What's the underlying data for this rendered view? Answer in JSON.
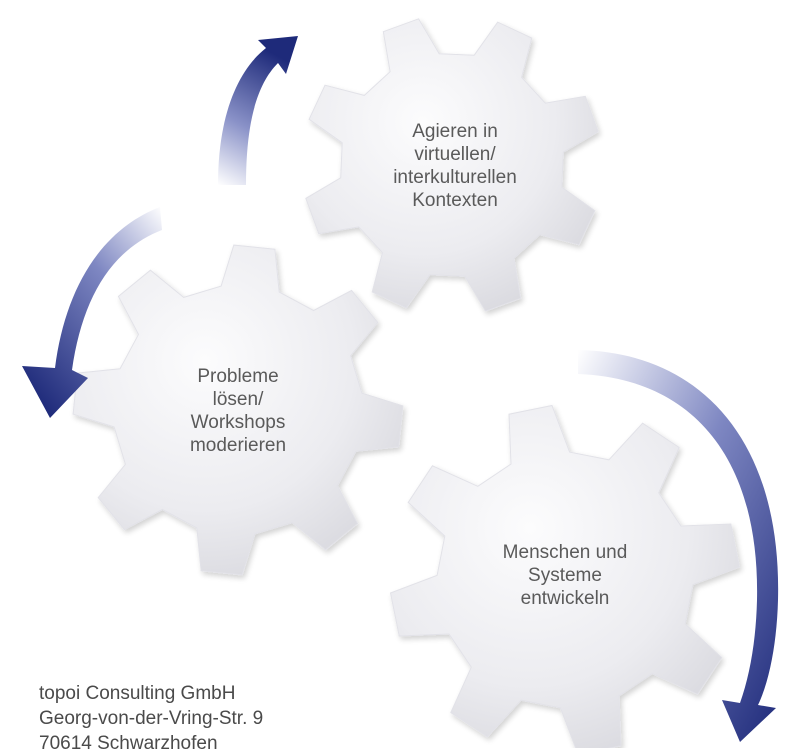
{
  "gears": {
    "top": [
      "Agieren in",
      "virtuellen/",
      "interkulturellen",
      "Kontexten"
    ],
    "left": [
      "Probleme",
      "lösen/",
      "Workshops",
      "moderieren"
    ],
    "right": [
      "Menschen und",
      "Systeme",
      "entwickeln"
    ]
  },
  "company": {
    "name": "topoi Consulting GmbH",
    "street": "Georg-von-der-Vring-Str. 9",
    "city": "70614 Schwarzhofen"
  },
  "colors": {
    "arrow_dark": "#1e2a7a",
    "arrow_light": "#ffffff",
    "gear_light": "#f7f7f9",
    "gear_dark": "#d4d4da",
    "text": "#5a5a5a"
  }
}
